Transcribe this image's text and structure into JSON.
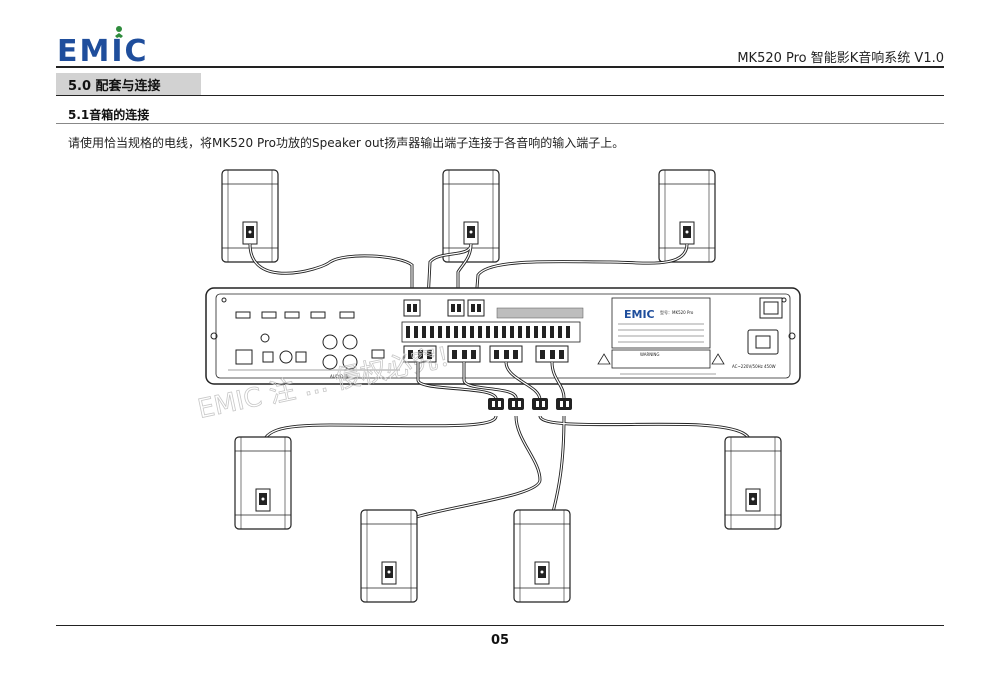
{
  "header": {
    "logo_text": "EMIC",
    "doc_title": "MK520 Pro 智能影K音响系统 V1.0"
  },
  "section": {
    "title": "5.0 配套与连接",
    "subsection_title": "5.1音箱的连接",
    "body": "请使用恰当规格的电线，将MK520 Pro功放的Speaker out扬声器输出端子连接于各音响的输入端子上。"
  },
  "diagram": {
    "panel_brand": "EMIC",
    "panel_model": "型号：MK520 Pro",
    "watermark": "EMIC 注 ... 侵权必究！",
    "label_audio": "AUDIO IN",
    "label_warning": "WARNING",
    "label_power": "AC~220V/50Hz 450W"
  },
  "footer": {
    "page_number": "05"
  }
}
